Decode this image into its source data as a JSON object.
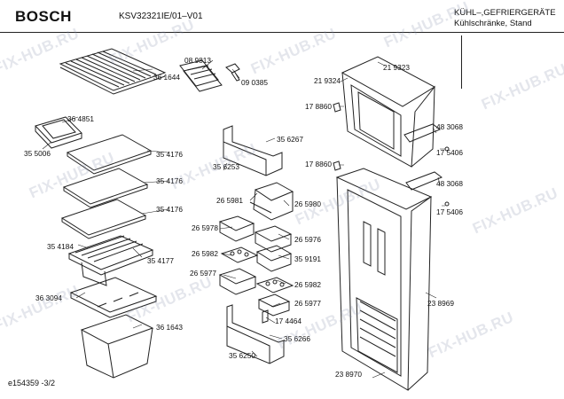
{
  "header": {
    "brand": "BOSCH",
    "model": "KSV32321IE/01–V01",
    "category_line1": "KÜHL–,GEFRIERGERÄTE",
    "category_line2": "Kühlschränke, Stand"
  },
  "footer": {
    "doc_id": "e154359  -3/2"
  },
  "watermark": {
    "text": "FIX-HUB.RU"
  },
  "part_numbers": {
    "wire_shelf": "36 1644",
    "ice_tray_a": "08 9813",
    "ice_scoop": "09 0385",
    "freezer_tray": "36 4851",
    "tray_frame": "35 5006",
    "glass_shelf_1": "35 4176",
    "glass_shelf_2": "35 4176",
    "glass_shelf_3": "35 4176",
    "shelf_cover": "35 4184",
    "shelf_grid": "35 4177",
    "crisper_cover": "36 3094",
    "crisper": "36 1643",
    "door_bin_top": "35 6267",
    "door_bin_top_b": "35 6253",
    "butter_lid": "26 5981",
    "butter_box": "26 5980",
    "egg_holder_a": "26 5978",
    "egg_holder_b": "26 5976",
    "egg_tray_a": "26 5982",
    "egg_tray_b": "35 9191",
    "egg_box_a": "26 5977",
    "egg_tray_c": "26 5982",
    "egg_box_b": "26 5977",
    "clip": "17 4464",
    "bottle_bin": "35 6266",
    "bottle_bin_b": "35 6250",
    "freezer_door": "21 9323",
    "freezer_door_seal": "21 9324",
    "hinge_a": "17 8860",
    "hinge_b": "17 8860",
    "handle_a": "48 3068",
    "cap_a": "17 5406",
    "handle_b": "48 3068",
    "cap_b": "17 5406",
    "fridge_door": "23 8969",
    "fridge_door_seal": "23 8970"
  },
  "colors": {
    "line": "#222222",
    "watermark": "#8c96b4"
  }
}
